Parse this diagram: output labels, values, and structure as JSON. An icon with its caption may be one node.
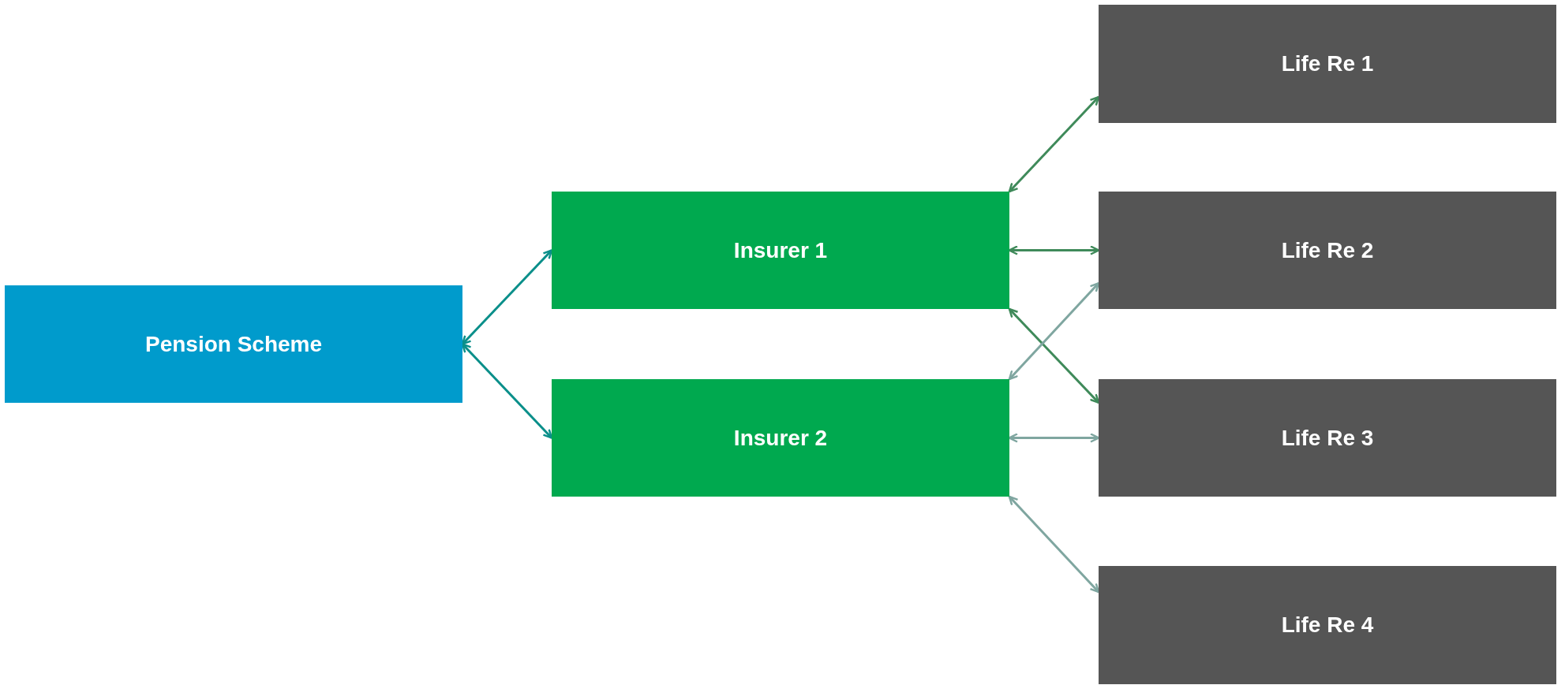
{
  "diagram": {
    "nodes": [
      {
        "text": [
          "Pension Scheme"
        ]
      },
      {
        "text": [
          "Insurer 1"
        ]
      },
      {
        "text": [
          "Insurer 2"
        ]
      },
      {
        "text": [
          "Life Re 1"
        ]
      },
      {
        "text": [
          "Life Re 2"
        ]
      },
      {
        "text": [
          "Life Re 3"
        ]
      },
      {
        "text": [
          "Life Re 4"
        ]
      }
    ],
    "edges": [
      {
        "from": 0,
        "to": 1,
        "arrow": "both",
        "color": "#0a8f8a"
      },
      {
        "from": 0,
        "to": 2,
        "arrow": "both",
        "color": "#0a8f8a"
      },
      {
        "from": 1,
        "to": 3,
        "arrow": "both"
      },
      {
        "from": 1,
        "to": 4,
        "arrow": "both"
      },
      {
        "from": 1,
        "to": 5,
        "arrow": "both"
      },
      {
        "from": 2,
        "to": 4,
        "arrow": "both",
        "color": "#7fa6a0"
      },
      {
        "from": 2,
        "to": 5,
        "arrow": "both",
        "color": "#7fa6a0"
      },
      {
        "from": 2,
        "to": 6,
        "arrow": "both",
        "color": "#7fa6a0"
      }
    ]
  }
}
